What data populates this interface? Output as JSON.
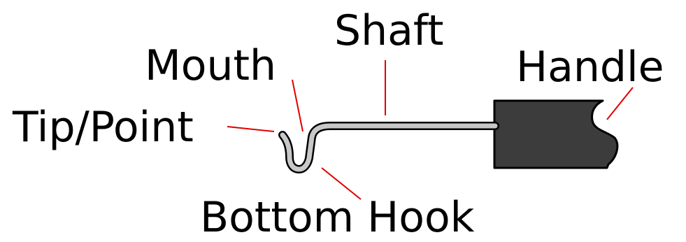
{
  "labels": {
    "shaft": "Shaft",
    "mouth": "Mouth",
    "handle": "Handle",
    "tip": "Tip/Point",
    "bottom_hook": "Bottom Hook"
  },
  "colors": {
    "leader_line": "#e00000",
    "handle_fill": "#3c3c3c",
    "shaft_fill": "#c8c8c8",
    "outline": "#000000",
    "background": "#ffffff"
  }
}
